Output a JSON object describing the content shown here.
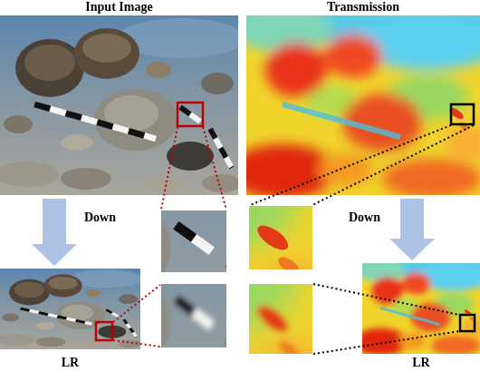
{
  "diagram": {
    "nodes": [
      {
        "text": [
          "Input Image"
        ]
      },
      {
        "text": [
          "Transmission"
        ]
      },
      {
        "text": [
          "LR"
        ]
      },
      {
        "text": [
          "LR"
        ]
      }
    ],
    "edges": [
      {
        "from": 0,
        "to": 2,
        "label": "Down",
        "arrow": "to"
      },
      {
        "from": 1,
        "to": 3,
        "label": "Down",
        "arrow": "to"
      }
    ]
  }
}
